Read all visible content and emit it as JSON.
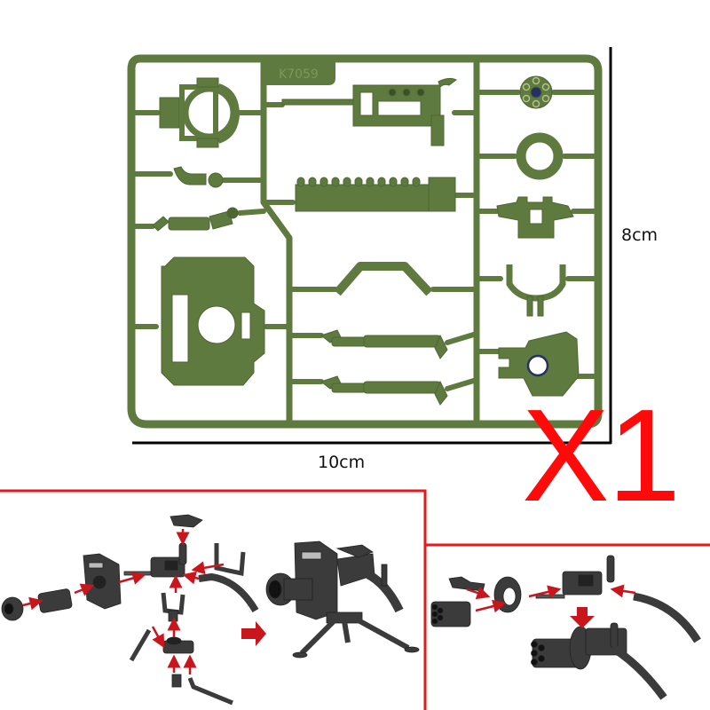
{
  "sprue": {
    "code": "K7059",
    "color": "#5f7a3e",
    "color_dark": "#4d6633",
    "parts_left": [
      "sight-ring",
      "fork-yoke",
      "tripod-leg-short",
      "gun-shield"
    ],
    "parts_center": [
      "gun-receiver",
      "ammo-belt",
      "bridge-bracket",
      "tripod-leg-long-1",
      "tripod-leg-long-2"
    ],
    "parts_right": [
      "rotary-barrel-cluster",
      "barrel-ring",
      "mount-block",
      "u-fork",
      "tripod-head-plate"
    ]
  },
  "dimensions": {
    "height_label": "8cm",
    "width_label": "10cm"
  },
  "quantity": {
    "label": "X1",
    "color": "#ff0a0a"
  },
  "instructions": {
    "border_color": "#e8171b",
    "arrow_color": "#c8161c",
    "part_color": "#3b3b3b",
    "left_panel": {
      "title": "tripod-machine-gun-assembly",
      "parts": [
        "barrel-cap",
        "barrel-cluster",
        "gun-shield",
        "receiver",
        "sight",
        "handle-bracket",
        "ammo-belt",
        "fork-yoke",
        "tripod-base",
        "tripod-leg-a",
        "tripod-leg-b",
        "tripod-leg-c"
      ],
      "result": "assembled-tripod-gun"
    },
    "right_panel": {
      "title": "gatling-assembly",
      "parts": [
        "handle",
        "rotary-barrel",
        "barrel-ring",
        "receiver",
        "ammo-belt"
      ],
      "result": "assembled-gatling-gun"
    }
  }
}
